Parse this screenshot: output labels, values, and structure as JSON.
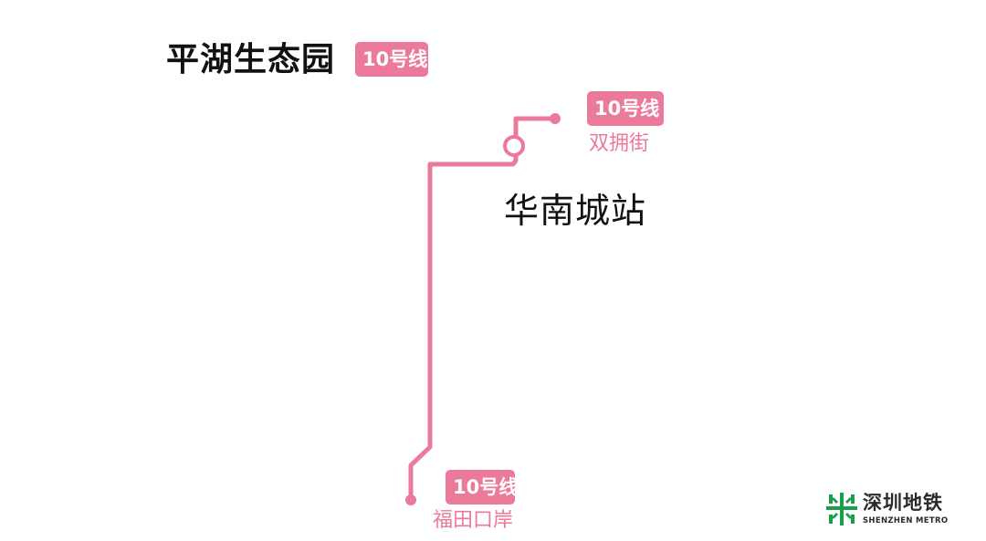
{
  "title": {
    "text": "平湖生态园",
    "line_badge": "10号线"
  },
  "line": {
    "name": "10号线",
    "color": "#eb7a9a"
  },
  "current_station": {
    "name": "华南城站"
  },
  "terminals": {
    "north": {
      "badge": "10号线",
      "name": "双拥街"
    },
    "south": {
      "badge": "10号线",
      "name": "福田口岸"
    }
  },
  "logo": {
    "cn": "深圳地铁",
    "en": "SHENZHEN METRO",
    "color": "#1aa04a"
  }
}
